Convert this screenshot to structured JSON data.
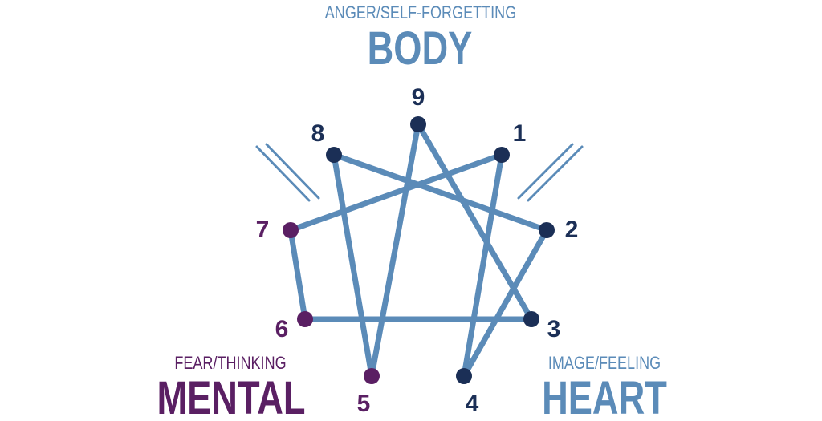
{
  "palette": {
    "blue": "#5b8bb8",
    "navy": "#1b2f56",
    "purple": "#5a1f63",
    "white": "#ffffff"
  },
  "body_center": {
    "subtitle": "ANGER/SELF-FORGETTING",
    "title": "BODY"
  },
  "mental_center": {
    "subtitle": "FEAR/THINKING",
    "title": "MENTAL"
  },
  "heart_center": {
    "subtitle": "IMAGE/FEELING",
    "title": "HEART"
  },
  "points": [
    {
      "id": "9",
      "label": "9",
      "group": "body"
    },
    {
      "id": "1",
      "label": "1",
      "group": "body"
    },
    {
      "id": "2",
      "label": "2",
      "group": "heart"
    },
    {
      "id": "3",
      "label": "3",
      "group": "heart"
    },
    {
      "id": "4",
      "label": "4",
      "group": "heart"
    },
    {
      "id": "5",
      "label": "5",
      "group": "mental"
    },
    {
      "id": "6",
      "label": "6",
      "group": "mental"
    },
    {
      "id": "7",
      "label": "7",
      "group": "mental"
    },
    {
      "id": "8",
      "label": "8",
      "group": "body"
    }
  ],
  "connections": [
    [
      "9",
      "5"
    ],
    [
      "9",
      "3"
    ],
    [
      "8",
      "5"
    ],
    [
      "8",
      "2"
    ],
    [
      "1",
      "7"
    ],
    [
      "1",
      "4"
    ],
    [
      "2",
      "4"
    ],
    [
      "3",
      "6"
    ],
    [
      "6",
      "7"
    ]
  ]
}
